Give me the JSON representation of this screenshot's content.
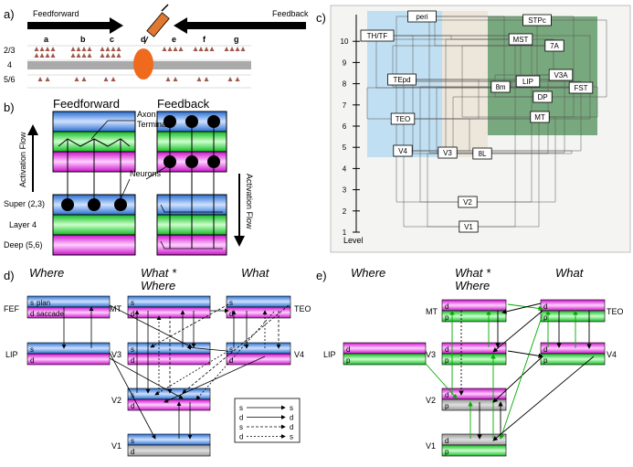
{
  "panel_a": {
    "label": "a)",
    "feedforward": "Feedforward",
    "feedback": "Feedback",
    "columns": [
      "a",
      "b",
      "c",
      "d",
      "e",
      "f",
      "g"
    ],
    "layers": [
      "2/3",
      "4",
      "5/6"
    ]
  },
  "panel_b": {
    "label": "b)",
    "feedforward": "Feedforward",
    "feedback": "Feedback",
    "axon": "Axon\nTerminals",
    "axon_1": "Axon",
    "axon_2": "Terminals",
    "neurons": "Neurons",
    "flow": "Activation Flow",
    "layer_super": "Super (2,3)",
    "layer_4": "Layer 4",
    "layer_deep": "Deep (5,6)"
  },
  "panel_c": {
    "label": "c)",
    "axis_label": "Level",
    "levels": [
      "1",
      "2",
      "3",
      "4",
      "5",
      "6",
      "7",
      "8",
      "9",
      "10"
    ],
    "areas": [
      "peri",
      "TH/TF",
      "STPc",
      "MST",
      "7A",
      "TEpd",
      "V3A",
      "LIP",
      "8m",
      "FST",
      "DP",
      "TEO",
      "MT",
      "V4",
      "V3",
      "8L",
      "V2",
      "V1"
    ]
  },
  "panel_d": {
    "label": "d)",
    "col_where": "Where",
    "col_whatwhere_1": "What *",
    "col_whatwhere_2": "Where",
    "col_what": "What",
    "areas": {
      "fef": "FEF",
      "mt": "MT",
      "teo": "TEO",
      "lip": "LIP",
      "v3": "V3",
      "v4": "V4",
      "v2": "V2",
      "v1": "V1"
    },
    "s": "s",
    "d": "d",
    "plan": "plan",
    "saccade": "saccade",
    "legend": [
      {
        "from": "s",
        "to": "s"
      },
      {
        "from": "d",
        "to": "d"
      },
      {
        "from": "s",
        "to": "d"
      },
      {
        "from": "d",
        "to": "s"
      }
    ]
  },
  "panel_e": {
    "label": "e)",
    "col_where": "Where",
    "col_whatwhere_1": "What *",
    "col_whatwhere_2": "Where",
    "col_what": "What",
    "areas": {
      "mt": "MT",
      "teo": "TEO",
      "lip": "LIP",
      "v3": "V3",
      "v4": "V4",
      "v2": "V2",
      "v1": "V1"
    },
    "d": "d",
    "p": "p"
  },
  "colors": {
    "blue": "#4a8fe0",
    "green": "#22cc33",
    "magenta": "#dd22dd",
    "gray": "#aaaaaa",
    "cone": "#a0574a"
  }
}
